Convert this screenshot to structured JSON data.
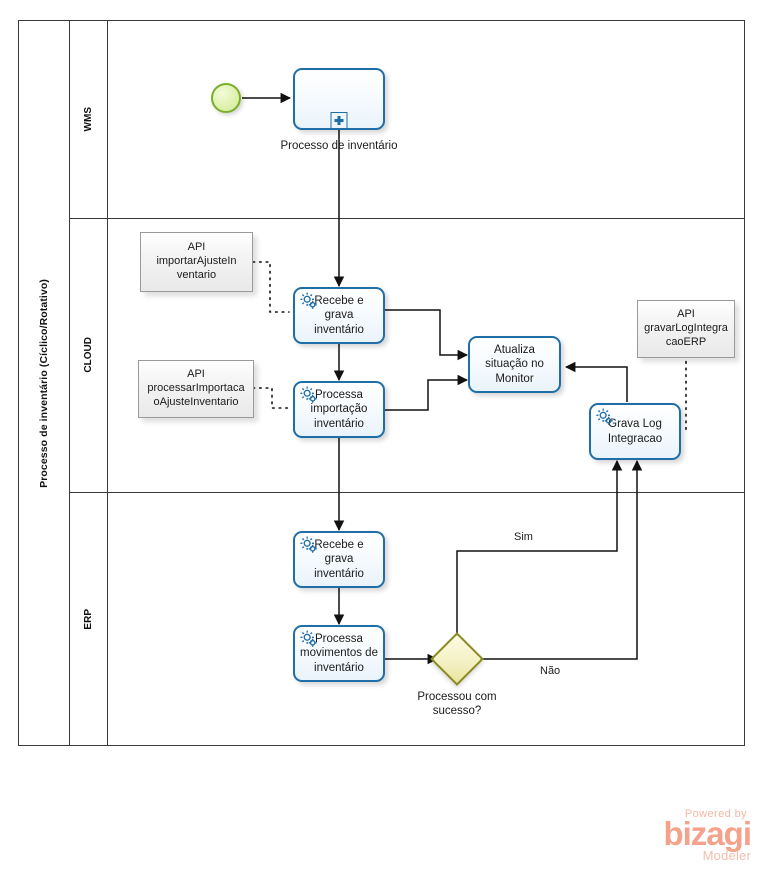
{
  "pool": {
    "title": "Processo de inventário (Cíclico/Rotativo)"
  },
  "lanes": [
    {
      "id": "wms",
      "label": "WMS"
    },
    {
      "id": "cloud",
      "label": "CLOUD"
    },
    {
      "id": "erp",
      "label": "ERP"
    }
  ],
  "events": {
    "start": {
      "name": "start-event",
      "label": ""
    }
  },
  "tasks": {
    "processo_inventario": {
      "label": "Processo de inventário",
      "lane": "WMS",
      "type": "collapsed-subprocess"
    },
    "cloud_recebe": {
      "label": "Recebe e grava\ninventário",
      "lane": "CLOUD",
      "type": "service-task"
    },
    "cloud_processa": {
      "label": "Processa\nimportação\ninventário",
      "lane": "CLOUD",
      "type": "service-task"
    },
    "atualiza_monitor": {
      "label": "Atualiza\nsituação no\nMonitor",
      "lane": "CLOUD",
      "type": "task"
    },
    "grava_log": {
      "label": "Grava Log\nIntegracao",
      "lane": "CLOUD",
      "type": "service-task"
    },
    "erp_recebe": {
      "label": "Recebe e grava\ninventário",
      "lane": "ERP",
      "type": "service-task"
    },
    "erp_processa": {
      "label": "Processa\nmovimentos de\ninventário",
      "lane": "ERP",
      "type": "service-task"
    }
  },
  "gateways": {
    "processou": {
      "label": "Processou com\nsucesso?",
      "type": "parallel"
    }
  },
  "annotations": {
    "api_importar": {
      "label": "API\nimportarAjusteIn\nventario"
    },
    "api_processar": {
      "label": "API\nprocessarImportaca\noAjusteInventario"
    },
    "api_gravarlog": {
      "label": "API\ngravarLogIntegra\ncaoERP"
    }
  },
  "flow_labels": {
    "sim": "Sim",
    "nao": "Não"
  },
  "watermark": {
    "powered_by": "Powered by",
    "brand": "bizagi",
    "product": "Modeler"
  },
  "colors": {
    "task_border": "#1f6ea8",
    "start_border": "#7aaf2e",
    "gateway_border": "#8a8a20",
    "pool_border": "#3a3a3a",
    "annotation_border": "#9a9a9a",
    "watermark": "#f4a28c"
  }
}
